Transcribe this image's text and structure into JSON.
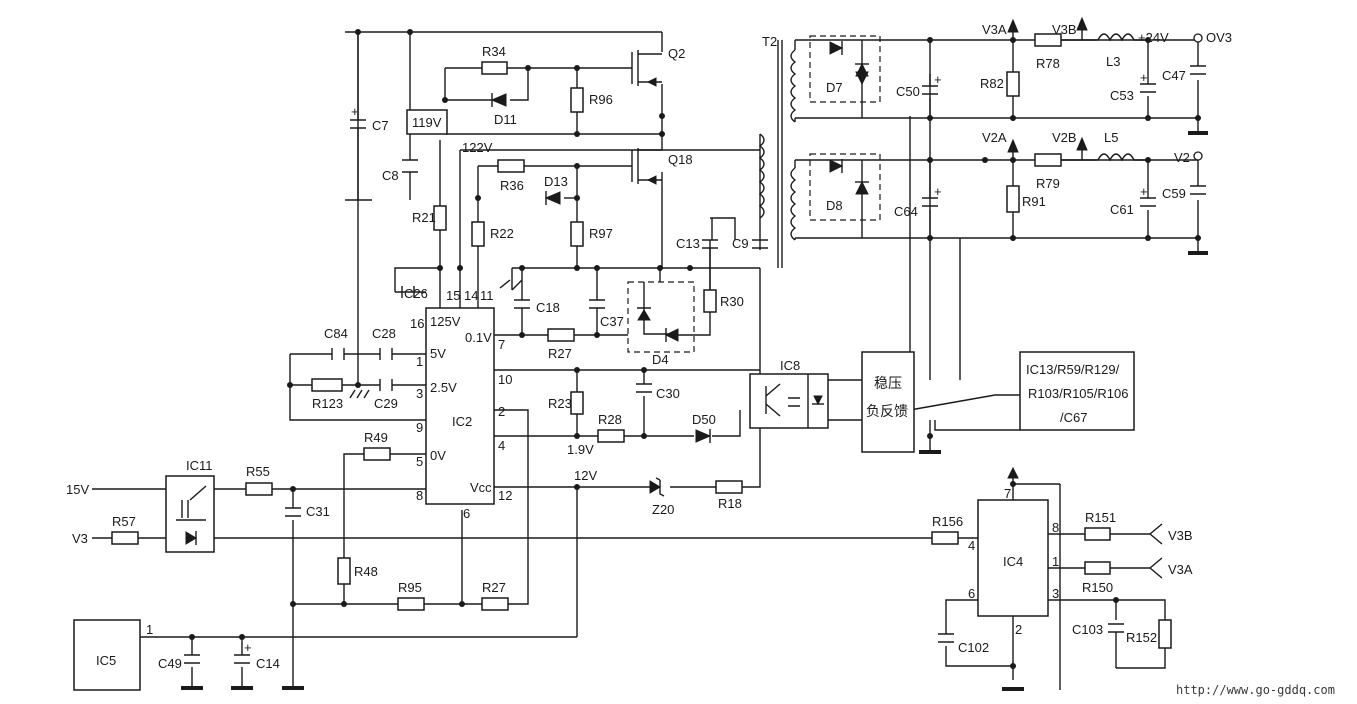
{
  "diagram": {
    "ic_labels": {
      "ic2": "IC2",
      "ic4": "IC4",
      "ic5": "IC5",
      "ic8": "IC8",
      "ic11": "IC11"
    },
    "ic2_pins": {
      "p16": "16",
      "p15": "15",
      "p14": "14",
      "p11": "11",
      "p7": "7",
      "p1": "1",
      "p3": "3",
      "p9": "9",
      "p5": "5",
      "p8": "8",
      "p10": "10",
      "p2": "2",
      "p4": "4",
      "p12": "12",
      "p6": "6"
    },
    "ic2_pin_names": {
      "n125v": "125V",
      "n01v": "0.1V",
      "n5v": "5V",
      "n25v": "2.5V",
      "n0v": "0V",
      "nvcc": "Vcc"
    },
    "ic4_pins": {
      "p7": "7",
      "p8": "8",
      "p4": "4",
      "p1": "1",
      "p6": "6",
      "p3": "3",
      "p2": "2"
    },
    "ic5_pin": "1",
    "resistors": {
      "r34": "R34",
      "r96": "R96",
      "r21": "R21",
      "r36": "R36",
      "r22": "R22",
      "r97": "R97",
      "r30": "R30",
      "r27a": "R27",
      "r23": "R23",
      "r28": "R28",
      "r18": "R18",
      "r123": "R123",
      "r49": "R49",
      "r55": "R55",
      "r57": "R57",
      "r48": "R48",
      "r95": "R95",
      "r27b": "R27",
      "r82": "R82",
      "r78": "R78",
      "r91": "R91",
      "r79": "R79",
      "r156": "R156",
      "r151": "R151",
      "r150": "R150",
      "r152": "R152"
    },
    "capacitors": {
      "c7": "C7",
      "c8": "C8",
      "c26": "C26",
      "c84": "C84",
      "c28": "C28",
      "c29": "C29",
      "c18": "C18",
      "c37": "C37",
      "c13": "C13",
      "c9": "C9",
      "c30": "C30",
      "c31": "C31",
      "c49": "C49",
      "c14": "C14",
      "c50": "C50",
      "c53": "C53",
      "c47": "C47",
      "c64": "C64",
      "c61": "C61",
      "c59": "C59",
      "c102": "C102",
      "c103": "C103"
    },
    "semis": {
      "q2": "Q2",
      "q18": "Q18",
      "d11": "D11",
      "d13": "D13",
      "d4": "D4",
      "d50": "D50",
      "z20": "Z20",
      "d7": "D7",
      "d8": "D8"
    },
    "magnetics": {
      "t2": "T2",
      "l3": "L3",
      "l5": "L5"
    },
    "voltages": {
      "v119": "119V",
      "v122": "122V",
      "v19": "1.9V",
      "v12": "12V",
      "v15in": "15V",
      "v3in": "V3",
      "v3a": "V3A",
      "v3b": "V3B",
      "v24": "+24V",
      "ov3": "OV3",
      "v2a": "V2A",
      "v2b": "V2B",
      "v2": "V2",
      "v3b_r": "V3B",
      "v3a_r": "V3A"
    },
    "feedback_block": {
      "line1": "稳压",
      "line2": "负反馈"
    },
    "note": {
      "line1": "IC13/R59/R129/",
      "line2": "R103/R105/R106",
      "line3": "/C67"
    },
    "watermark": "http://www.go-gddq.com"
  }
}
